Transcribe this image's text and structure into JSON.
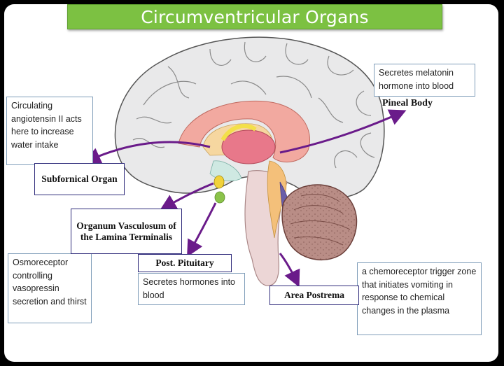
{
  "title": "Circumventricular Organs",
  "labels": {
    "subfornical": "Subfornical Organ",
    "ovlt": "Organum Vasculosum of the Lamina Terminalis",
    "post_pituitary": "Post. Pituitary",
    "area_postrema": "Area Postrema",
    "pineal": "Pineal Body"
  },
  "notes": {
    "angiotensin": "Circulating angiotensin II acts here to increase water intake",
    "osmoreceptor": "Osmoreceptor controlling vasopressin secretion and thirst",
    "hormones": "Secretes hormones into blood",
    "melatonin": "Secretes melatonin hormone into blood",
    "chemoreceptor": "a chemoreceptor trigger zone that initiates vomiting in response to chemical changes in the plasma"
  },
  "colors": {
    "title_bg": "#7cc142",
    "arrow": "#6a1b8a",
    "label_border": "#2e2a7a",
    "note_border": "#7f9db9"
  }
}
